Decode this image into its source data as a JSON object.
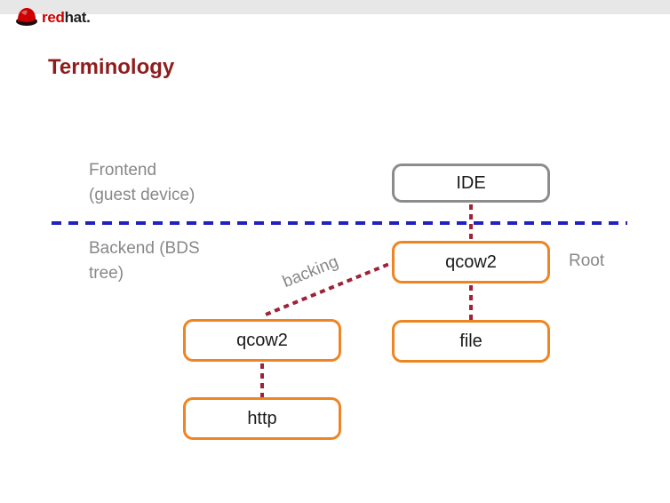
{
  "header": {
    "brand": {
      "red": "red",
      "hat": "hat",
      "dot": "."
    }
  },
  "slide": {
    "title": "Terminology"
  },
  "diagram": {
    "frontend_label": {
      "line1": "Frontend",
      "line2": "(guest device)"
    },
    "backend_label": {
      "line1": "Backend (BDS",
      "line2": "tree)"
    },
    "root_annotation": "Root",
    "backing_annotation": "backing",
    "nodes": [
      {
        "id": "ide",
        "label": "IDE",
        "layer": "frontend"
      },
      {
        "id": "qcow2-root",
        "label": "qcow2",
        "layer": "backend"
      },
      {
        "id": "file",
        "label": "file",
        "layer": "backend"
      },
      {
        "id": "qcow2-backing",
        "label": "qcow2",
        "layer": "backend"
      },
      {
        "id": "http",
        "label": "http",
        "layer": "backend"
      }
    ],
    "edges": [
      {
        "from": "ide",
        "to": "qcow2-root",
        "style": "dashed"
      },
      {
        "from": "qcow2-root",
        "to": "file",
        "style": "dashed"
      },
      {
        "from": "qcow2-root",
        "to": "qcow2-backing",
        "style": "dashed",
        "label": "backing"
      },
      {
        "from": "qcow2-backing",
        "to": "http",
        "style": "dashed"
      }
    ]
  },
  "colors": {
    "backend_orange": "#ee8522",
    "frontend_gray": "#8c8c8c",
    "edge_maroon": "#9e2339",
    "divider_blue": "#2121bf",
    "title_red": "#8f1d1d",
    "label_gray": "#888888",
    "brand_red": "#cc0000",
    "top_strip_gray": "#e7e7e7"
  }
}
